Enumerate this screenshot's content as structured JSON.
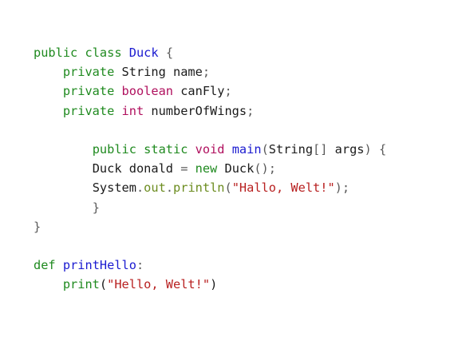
{
  "colors": {
    "keyword": "#1f8a1f",
    "type": "#b0105e",
    "name": "#1a1ad0",
    "string": "#b82020",
    "member": "#6c8c1f",
    "punct": "#5a5a5a",
    "text": "#1a1a1a",
    "background": "#ffffff"
  },
  "lines": [
    [
      {
        "t": "public",
        "c": "keyword"
      },
      {
        "t": " ",
        "c": "text"
      },
      {
        "t": "class",
        "c": "keyword"
      },
      {
        "t": " ",
        "c": "text"
      },
      {
        "t": "Duck",
        "c": "name"
      },
      {
        "t": " ",
        "c": "text"
      },
      {
        "t": "{",
        "c": "punct"
      }
    ],
    [
      {
        "t": "    ",
        "c": "text"
      },
      {
        "t": "private",
        "c": "keyword"
      },
      {
        "t": " String name",
        "c": "text"
      },
      {
        "t": ";",
        "c": "punct"
      }
    ],
    [
      {
        "t": "    ",
        "c": "text"
      },
      {
        "t": "private",
        "c": "keyword"
      },
      {
        "t": " ",
        "c": "text"
      },
      {
        "t": "boolean",
        "c": "type"
      },
      {
        "t": " canFly",
        "c": "text"
      },
      {
        "t": ";",
        "c": "punct"
      }
    ],
    [
      {
        "t": "    ",
        "c": "text"
      },
      {
        "t": "private",
        "c": "keyword"
      },
      {
        "t": " ",
        "c": "text"
      },
      {
        "t": "int",
        "c": "type"
      },
      {
        "t": " numberOfWings",
        "c": "text"
      },
      {
        "t": ";",
        "c": "punct"
      }
    ],
    [],
    [
      {
        "t": "        ",
        "c": "text"
      },
      {
        "t": "public",
        "c": "keyword"
      },
      {
        "t": " ",
        "c": "text"
      },
      {
        "t": "static",
        "c": "keyword"
      },
      {
        "t": " ",
        "c": "text"
      },
      {
        "t": "void",
        "c": "type"
      },
      {
        "t": " ",
        "c": "text"
      },
      {
        "t": "main",
        "c": "name"
      },
      {
        "t": "(",
        "c": "punct"
      },
      {
        "t": "String",
        "c": "text"
      },
      {
        "t": "[]",
        "c": "punct"
      },
      {
        "t": " args",
        "c": "text"
      },
      {
        "t": ")",
        "c": "punct"
      },
      {
        "t": " ",
        "c": "text"
      },
      {
        "t": "{",
        "c": "punct"
      }
    ],
    [
      {
        "t": "        ",
        "c": "text"
      },
      {
        "t": "Duck donald ",
        "c": "text"
      },
      {
        "t": "=",
        "c": "punct"
      },
      {
        "t": " ",
        "c": "text"
      },
      {
        "t": "new",
        "c": "keyword"
      },
      {
        "t": " Duck",
        "c": "text"
      },
      {
        "t": "();",
        "c": "punct"
      }
    ],
    [
      {
        "t": "        ",
        "c": "text"
      },
      {
        "t": "System",
        "c": "text"
      },
      {
        "t": ".",
        "c": "punct"
      },
      {
        "t": "out",
        "c": "member"
      },
      {
        "t": ".",
        "c": "punct"
      },
      {
        "t": "println",
        "c": "member"
      },
      {
        "t": "(",
        "c": "punct"
      },
      {
        "t": "\"Hallo, Welt!\"",
        "c": "string"
      },
      {
        "t": ");",
        "c": "punct"
      }
    ],
    [
      {
        "t": "        ",
        "c": "text"
      },
      {
        "t": "}",
        "c": "punct"
      }
    ],
    [
      {
        "t": "}",
        "c": "punct"
      }
    ],
    [],
    [
      {
        "t": "def",
        "c": "keyword"
      },
      {
        "t": " ",
        "c": "text"
      },
      {
        "t": "printHello",
        "c": "name"
      },
      {
        "t": ":",
        "c": "punct"
      }
    ],
    [
      {
        "t": "    ",
        "c": "text"
      },
      {
        "t": "print",
        "c": "keyword"
      },
      {
        "t": "(",
        "c": "text"
      },
      {
        "t": "\"Hello, Welt!\"",
        "c": "string"
      },
      {
        "t": ")",
        "c": "text"
      }
    ]
  ]
}
